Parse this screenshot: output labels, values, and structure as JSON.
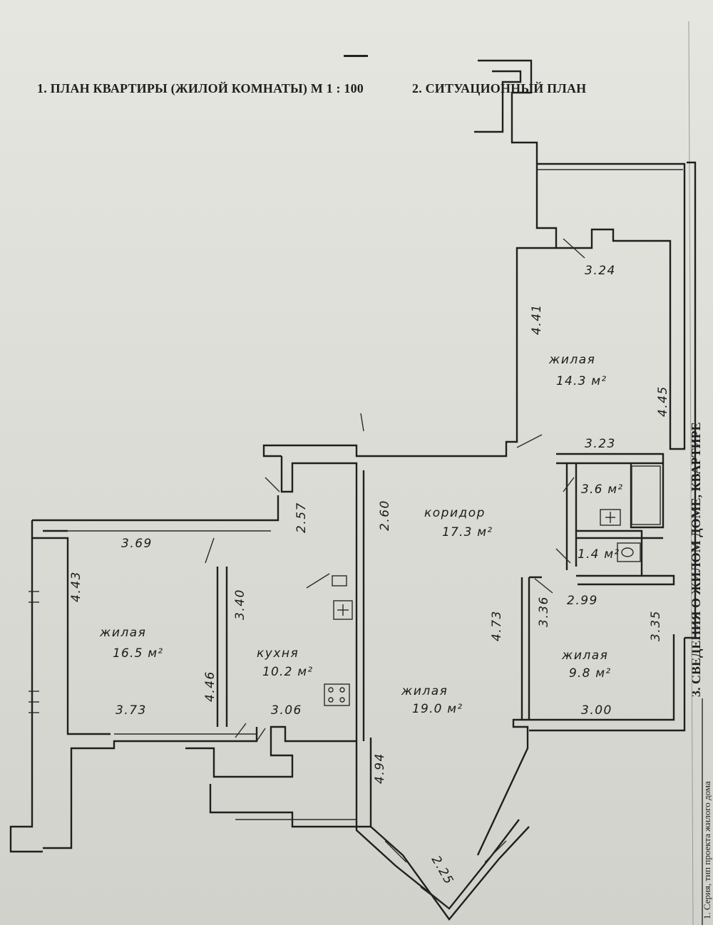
{
  "header": {
    "section1": "1. ПЛАН КВАРТИРЫ (ЖИЛОЙ КОМНАТЫ) М 1 : 100",
    "section2": "2. СИТУАЦИОННЫЙ ПЛАН",
    "section3": "3. СВЕДЕНИЯ О ЖИЛОМ ДОМЕ, КВАРТИРЕ",
    "series_line": "1. Серия, тип проекта жилого дома"
  },
  "rooms": [
    {
      "id": "living-top-right",
      "name": "жилая",
      "area": "14.3 м²"
    },
    {
      "id": "bathroom",
      "name": "",
      "area": "3.6 м²"
    },
    {
      "id": "toilet",
      "name": "",
      "area": "1.4 м²"
    },
    {
      "id": "corridor",
      "name": "коридор",
      "area": "17.3 м²"
    },
    {
      "id": "living-left",
      "name": "жилая",
      "area": "16.5 м²"
    },
    {
      "id": "kitchen",
      "name": "кухня",
      "area": "10.2 м²"
    },
    {
      "id": "living-center",
      "name": "жилая",
      "area": "19.0 м²"
    },
    {
      "id": "living-small",
      "name": "жилая",
      "area": "9.8 м²"
    }
  ],
  "dimensions": {
    "d1": "3.24",
    "d2": "4.41",
    "d3": "4.45",
    "d4": "3.23",
    "d5": "2.57",
    "d6": "2.60",
    "d7": "3.69",
    "d8": "4.43",
    "d9": "3.40",
    "d10": "4.46",
    "d11": "3.73",
    "d12": "3.06",
    "d13": "4.94",
    "d14": "4.73",
    "d15": "3.36",
    "d16": "2.99",
    "d17": "3.35",
    "d18": "3.00",
    "d19": "2.25"
  }
}
